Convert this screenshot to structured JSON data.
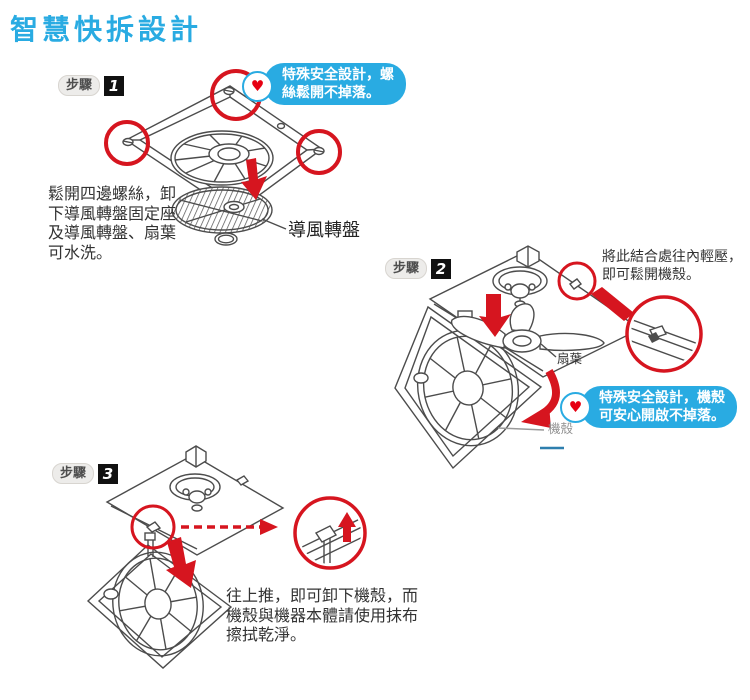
{
  "title": "智慧快拆設計",
  "icons": {
    "heart": "♥"
  },
  "colors": {
    "accent_blue": "#29abe2",
    "highlight_red": "#d6151f",
    "heart_red": "#e60012",
    "line_gray": "#4c4c4c",
    "label_gray": "#8f8f8f"
  },
  "steps": {
    "step1": {
      "badge_label": "步驟",
      "badge_number": "1",
      "callout": "特殊安全設計，螺\n絲鬆開不掉落。",
      "description": "鬆開四邊螺絲，卸\n下導風轉盤固定座\n及導風轉盤、扇葉\n可水洗。",
      "part_label": "導風轉盤"
    },
    "step2": {
      "badge_label": "步驟",
      "badge_number": "2",
      "note": "將此結合處往內輕壓，\n即可鬆開機殼。",
      "callout": "特殊安全設計，機殼\n可安心開啟不掉落。",
      "fan_blade_label": "扇葉",
      "casing_label": "機殼"
    },
    "step3": {
      "badge_label": "步驟",
      "badge_number": "3",
      "description": "往上推，即可卸下機殼，而\n機殼與機器本體請使用抹布\n擦拭乾淨。"
    }
  }
}
